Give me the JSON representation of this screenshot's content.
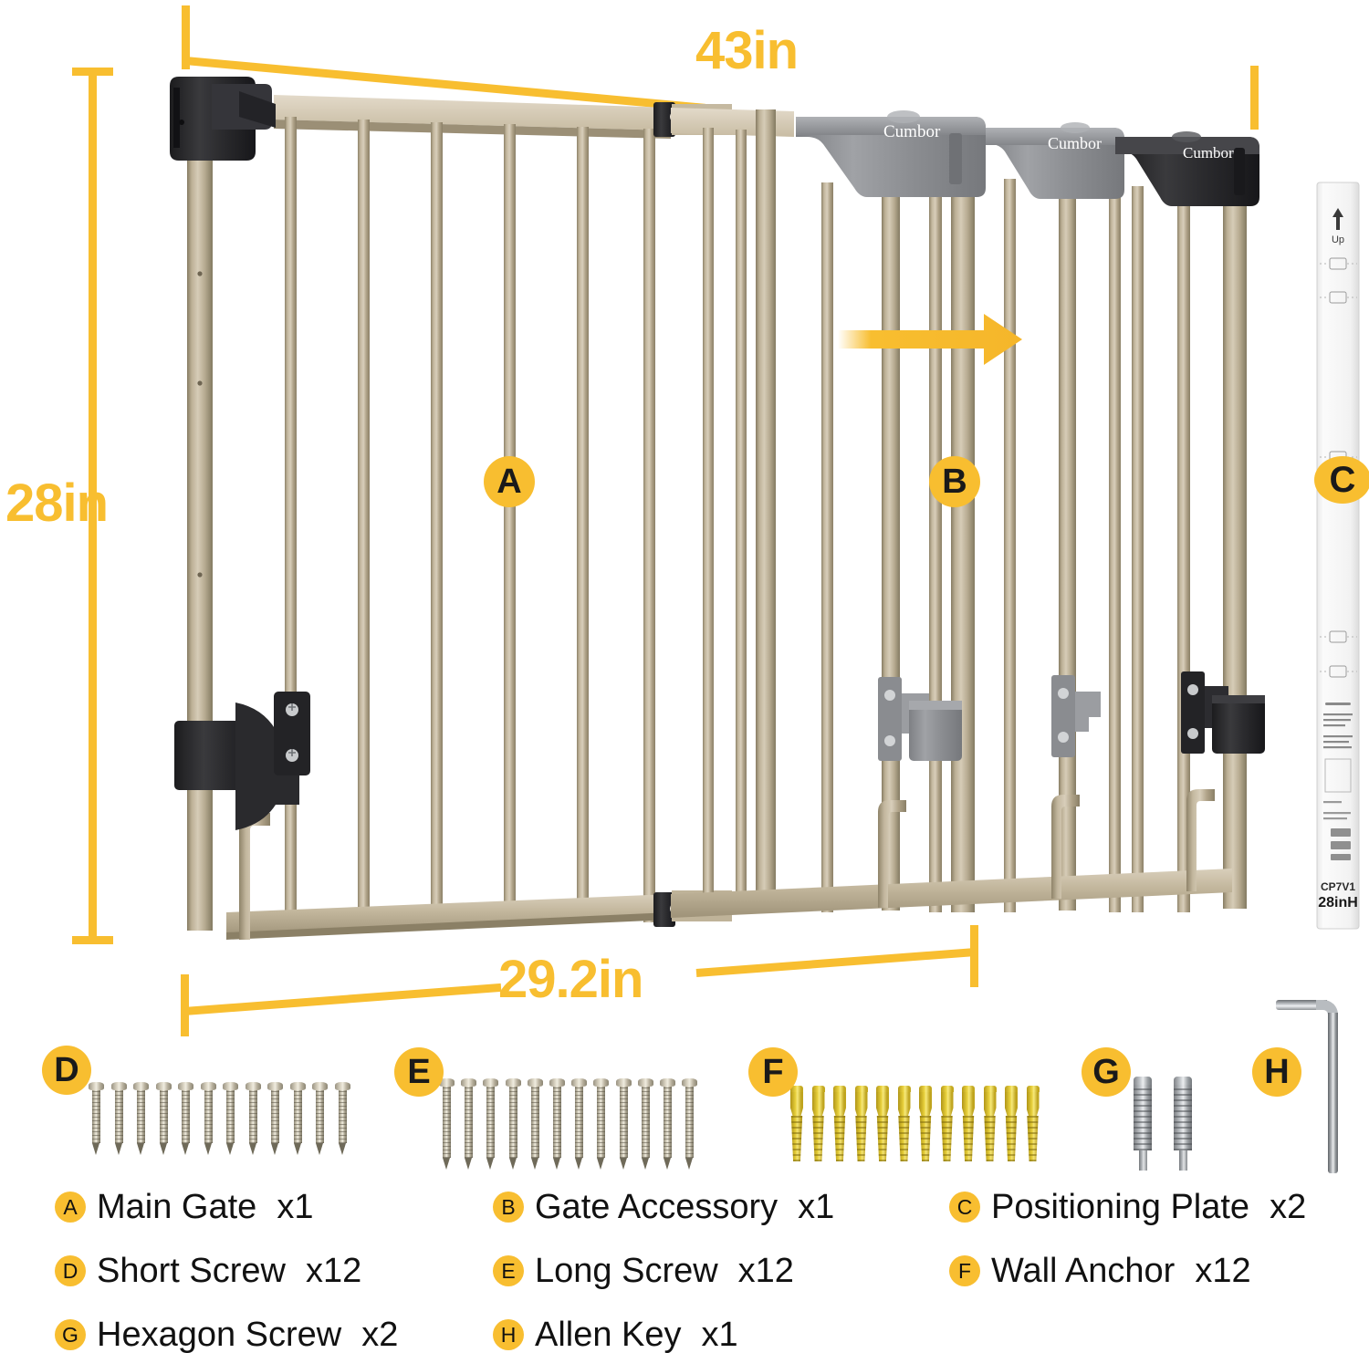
{
  "product": {
    "brand": "Cumbor",
    "brand_plate_count": 3
  },
  "dimensions": {
    "width_extended": "43in",
    "height": "28in",
    "width_main_gate": "29.2in"
  },
  "callouts": {
    "a": "A",
    "b": "B",
    "c": "C",
    "d": "D",
    "e": "E",
    "f": "F",
    "g": "G",
    "h": "H"
  },
  "positioning_plate": {
    "up_label": "Up",
    "model_code": "CP7V1",
    "height_code": "28inH"
  },
  "legend": {
    "rows": [
      [
        {
          "key": "A",
          "name": "Main Gate",
          "qty": "x1"
        },
        {
          "key": "B",
          "name": "Gate Accessory",
          "qty": "x1"
        },
        {
          "key": "C",
          "name": "Positioning Plate",
          "qty": "x2"
        }
      ],
      [
        {
          "key": "D",
          "name": "Short Screw",
          "qty": "x12"
        },
        {
          "key": "E",
          "name": "Long Screw",
          "qty": "x12"
        },
        {
          "key": "F",
          "name": "Wall Anchor",
          "qty": "x12"
        }
      ],
      [
        {
          "key": "G",
          "name": "Hexagon Screw",
          "qty": "x2"
        },
        {
          "key": "H",
          "name": "Allen Key",
          "qty": "x1"
        }
      ]
    ]
  },
  "hardware_counts": {
    "short_screws": 12,
    "long_screws": 12,
    "wall_anchors": 12,
    "hexagon_screws": 2,
    "allen_keys": 1
  },
  "colors": {
    "accent": "#F8BE30",
    "gate_metal": "#B3A68E",
    "gate_metal_light": "#D3C8B3",
    "gate_metal_dark": "#8E8369",
    "hardware_black": "#2E2E30",
    "hardware_gray": "#8E9094",
    "anchor_yellow": "#E3CB36",
    "steel": "#B9BCC0",
    "background": "#FFFFFF"
  }
}
